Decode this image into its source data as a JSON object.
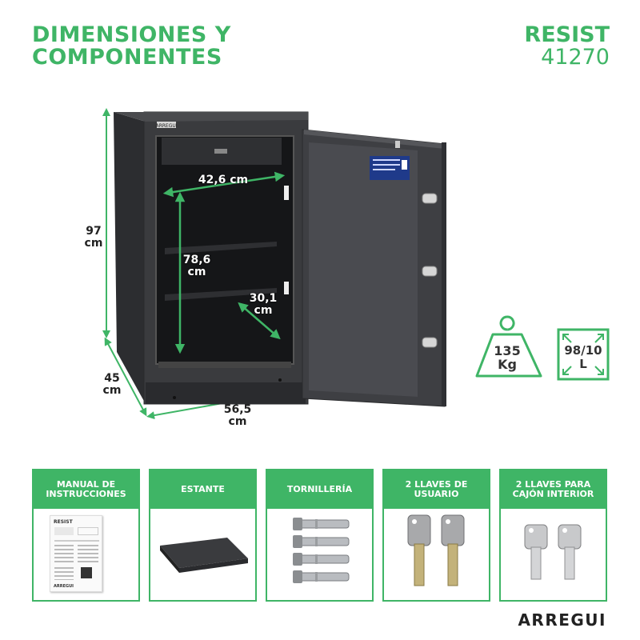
{
  "header": {
    "title_line1": "DIMENSIONES Y",
    "title_line2": "COMPONENTES",
    "model_name": "RESIST",
    "model_code": "41270"
  },
  "dimensions": {
    "height": "97",
    "height_unit": "cm",
    "depth": "45",
    "depth_unit": "cm",
    "width": "56,5",
    "width_unit": "cm",
    "inner_width": "42,6 cm",
    "inner_height": "78,6",
    "inner_height_unit": "cm",
    "inner_depth": "30,1",
    "inner_depth_unit": "cm"
  },
  "badges": {
    "weight_value": "135",
    "weight_unit": "Kg",
    "volume_value": "98/10",
    "volume_unit": "L"
  },
  "safe": {
    "plate_label": "ARREGUI"
  },
  "components": [
    {
      "label": "MANUAL DE INSTRUCCIONES"
    },
    {
      "label": "ESTANTE"
    },
    {
      "label": "TORNILLERÍA"
    },
    {
      "label": "2 LLAVES DE USUARIO"
    },
    {
      "label": "2 LLAVES PARA CAJÓN INTERIOR"
    }
  ],
  "manual": {
    "title": "RESIST",
    "footer": "ARREGUI"
  },
  "brand": {
    "logo": "ARREGUI"
  },
  "colors": {
    "accent": "#3fb566",
    "safe_body": "#3a3b3e"
  }
}
